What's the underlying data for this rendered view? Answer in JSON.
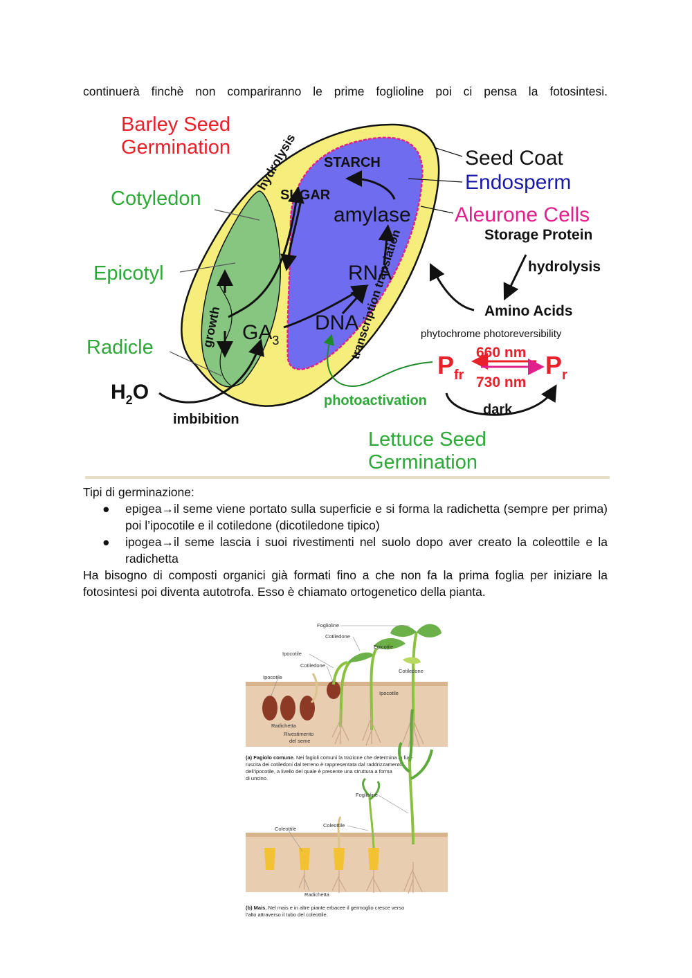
{
  "top_line": "continuerà finchè non compariranno le prime foglioline poi ci pensa la fotosintesi.",
  "diagram1": {
    "title_barley": [
      "Barley Seed",
      "Germination"
    ],
    "cotyledon": "Cotyledon",
    "epicotyl": "Epicotyl",
    "radicle": "Radicle",
    "h2o_main": "H",
    "h2o_sub": "2",
    "h2o_end": "O",
    "imbibition": "imbibition",
    "hydrolysis_arc": "hydrolysis",
    "growth": "growth",
    "starch": "STARCH",
    "sugar": "SUGAR",
    "amylase": "amylase",
    "rna": "RNA",
    "dna": "DNA",
    "ga_main": "GA",
    "ga_sub": "3",
    "transcription": "transcription translation",
    "seed_coat": "Seed Coat",
    "endosperm": "Endosperm",
    "aleurone": "Aleurone Cells",
    "storage_protein": "Storage Protein",
    "hydrolysis": "hydrolysis",
    "amino_acids": "Amino Acids",
    "phytochrome": "phytochrome photoreversibility",
    "nm660": "660 nm",
    "nm730": "730 nm",
    "pfr_main": "P",
    "pfr_sub": "fr",
    "pr_main": "P",
    "pr_sub": "r",
    "photoactivation": "photoactivation",
    "dark": "dark",
    "title_lettuce": [
      "Lettuce Seed",
      "Germination"
    ],
    "colors": {
      "red": "#e8202a",
      "green": "#2ea838",
      "blue": "#1a1aa8",
      "magenta": "#e0208c",
      "yellow": "#f6ee7a",
      "endosperm": "#6f6cf0",
      "cotyledon_fill": "#86c680"
    }
  },
  "tipi_heading": "Tipi di germinazione:",
  "bullets": [
    "epigea→il seme viene portato sulla superficie e si forma la radichetta (sempre per prima) poi l’ipocotile e il cotiledone (dicotiledone tipico)",
    "ipogea→il seme lascia i suoi rivestimenti nel suolo dopo aver creato la coleottile e la radichetta"
  ],
  "paragraph": [
    "Ha bisogno di composti organici già formati fino a che non fa la prima foglia per iniziare la",
    "fotosintesi poi diventa autotrofa. Esso è chiamato ortogenetico della pianta."
  ],
  "diagram2": {
    "a_labels": {
      "foglioline": "Foglioline",
      "cotiledone_top": "Cotiledone",
      "epicotile": "Epicotile",
      "ipocotile_1": "Ipocotile",
      "cotiledone_mid": "Cotiledone",
      "ipocotile_2": "Ipocotile",
      "cotiledone_right": "Cotiledone",
      "ipocotile_right": "Ipocotile",
      "radichetta": "Radichetta",
      "rivestimento": [
        "Rivestimento",
        "del seme"
      ]
    },
    "caption_a_bold": "(a) Fagiolo comune.",
    "caption_a": [
      "Nei fagioli comuni la trazione che determina la fuo-",
      "ruscita dei cotiledoni dal terreno è rappresentata dal raddrizzamento",
      "dell’ipocotile, a livello del quale è presente una struttura a forma",
      "di uncino."
    ],
    "b_labels": {
      "foglioline": "Foglioline",
      "coleottile_1": "Coleottile",
      "coleottile_2": "Coleottile",
      "radichetta": "Radichetta"
    },
    "caption_b_bold": "(b) Mais.",
    "caption_b": [
      "Nel mais e in altre piante erbacee il germoglio cresce verso",
      "l’alto attraverso il tubo del coleottile."
    ]
  }
}
